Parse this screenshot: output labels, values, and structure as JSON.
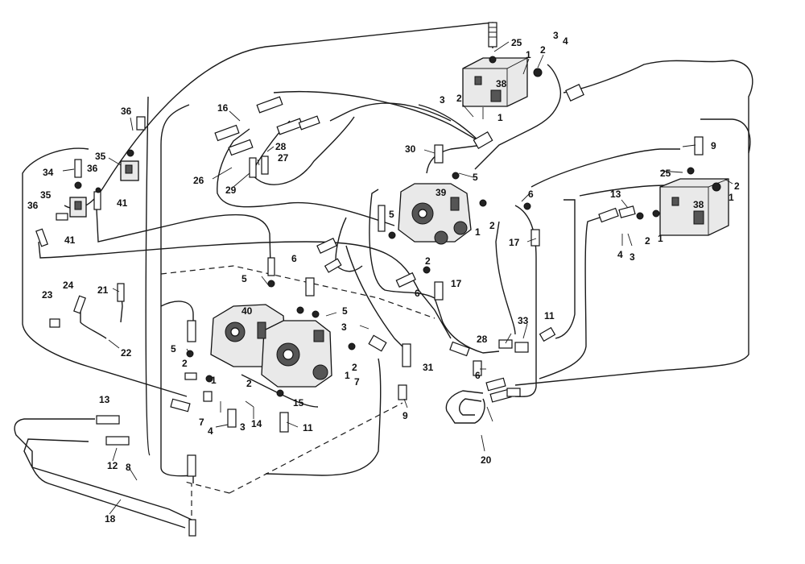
{
  "callouts": [
    {
      "id": "c25a",
      "text": "25"
    },
    {
      "id": "c3a",
      "text": "3"
    },
    {
      "id": "c4a",
      "text": "4"
    },
    {
      "id": "c1a",
      "text": "1"
    },
    {
      "id": "c2a",
      "text": "2"
    },
    {
      "id": "c38a",
      "text": "38"
    },
    {
      "id": "c3b",
      "text": "3"
    },
    {
      "id": "c2b",
      "text": "2"
    },
    {
      "id": "c1b",
      "text": "1"
    },
    {
      "id": "c36a",
      "text": "36"
    },
    {
      "id": "c16",
      "text": "16"
    },
    {
      "id": "c28a",
      "text": "28"
    },
    {
      "id": "c27",
      "text": "27"
    },
    {
      "id": "c26",
      "text": "26"
    },
    {
      "id": "c29",
      "text": "29"
    },
    {
      "id": "c34",
      "text": "34"
    },
    {
      "id": "c35a",
      "text": "35"
    },
    {
      "id": "c36b",
      "text": "36"
    },
    {
      "id": "c41a",
      "text": "41"
    },
    {
      "id": "c35b",
      "text": "35"
    },
    {
      "id": "c36c",
      "text": "36"
    },
    {
      "id": "c41b",
      "text": "41"
    },
    {
      "id": "c30",
      "text": "30"
    },
    {
      "id": "c5a",
      "text": "5"
    },
    {
      "id": "c39",
      "text": "39"
    },
    {
      "id": "c6a",
      "text": "6"
    },
    {
      "id": "c2c",
      "text": "2"
    },
    {
      "id": "c1c",
      "text": "1"
    },
    {
      "id": "c17a",
      "text": "17"
    },
    {
      "id": "c5b",
      "text": "5"
    },
    {
      "id": "c2d",
      "text": "2"
    },
    {
      "id": "c6b",
      "text": "6"
    },
    {
      "id": "c17b",
      "text": "17"
    },
    {
      "id": "c9a",
      "text": "9"
    },
    {
      "id": "c25b",
      "text": "25"
    },
    {
      "id": "c2e",
      "text": "2"
    },
    {
      "id": "c1d",
      "text": "1"
    },
    {
      "id": "c38b",
      "text": "38"
    },
    {
      "id": "c13a",
      "text": "13"
    },
    {
      "id": "c2f",
      "text": "2"
    },
    {
      "id": "c1e",
      "text": "1"
    },
    {
      "id": "c4b",
      "text": "4"
    },
    {
      "id": "c3c",
      "text": "3"
    },
    {
      "id": "c23",
      "text": "23"
    },
    {
      "id": "c24",
      "text": "24"
    },
    {
      "id": "c21",
      "text": "21"
    },
    {
      "id": "c22",
      "text": "22"
    },
    {
      "id": "c6c",
      "text": "6"
    },
    {
      "id": "c5c",
      "text": "5"
    },
    {
      "id": "c40",
      "text": "40"
    },
    {
      "id": "c5d",
      "text": "5"
    },
    {
      "id": "c3d",
      "text": "3"
    },
    {
      "id": "c5e",
      "text": "5"
    },
    {
      "id": "c2g",
      "text": "2"
    },
    {
      "id": "c1f",
      "text": "1"
    },
    {
      "id": "c2h",
      "text": "2"
    },
    {
      "id": "c1g",
      "text": "1"
    },
    {
      "id": "c2i",
      "text": "2"
    },
    {
      "id": "c15",
      "text": "15"
    },
    {
      "id": "c7a",
      "text": "7"
    },
    {
      "id": "c31",
      "text": "31"
    },
    {
      "id": "c28b",
      "text": "28"
    },
    {
      "id": "c33",
      "text": "33"
    },
    {
      "id": "c11a",
      "text": "11"
    },
    {
      "id": "c6d",
      "text": "6"
    },
    {
      "id": "c7b",
      "text": "7"
    },
    {
      "id": "c4c",
      "text": "4"
    },
    {
      "id": "c3e",
      "text": "3"
    },
    {
      "id": "c14",
      "text": "14"
    },
    {
      "id": "c11b",
      "text": "11"
    },
    {
      "id": "c9b",
      "text": "9"
    },
    {
      "id": "c13b",
      "text": "13"
    },
    {
      "id": "c12",
      "text": "12"
    },
    {
      "id": "c8",
      "text": "8"
    },
    {
      "id": "c18",
      "text": "18"
    },
    {
      "id": "c20",
      "text": "20"
    }
  ],
  "colors": {
    "ink": "#1a1a1a",
    "paper": "#ffffff"
  }
}
